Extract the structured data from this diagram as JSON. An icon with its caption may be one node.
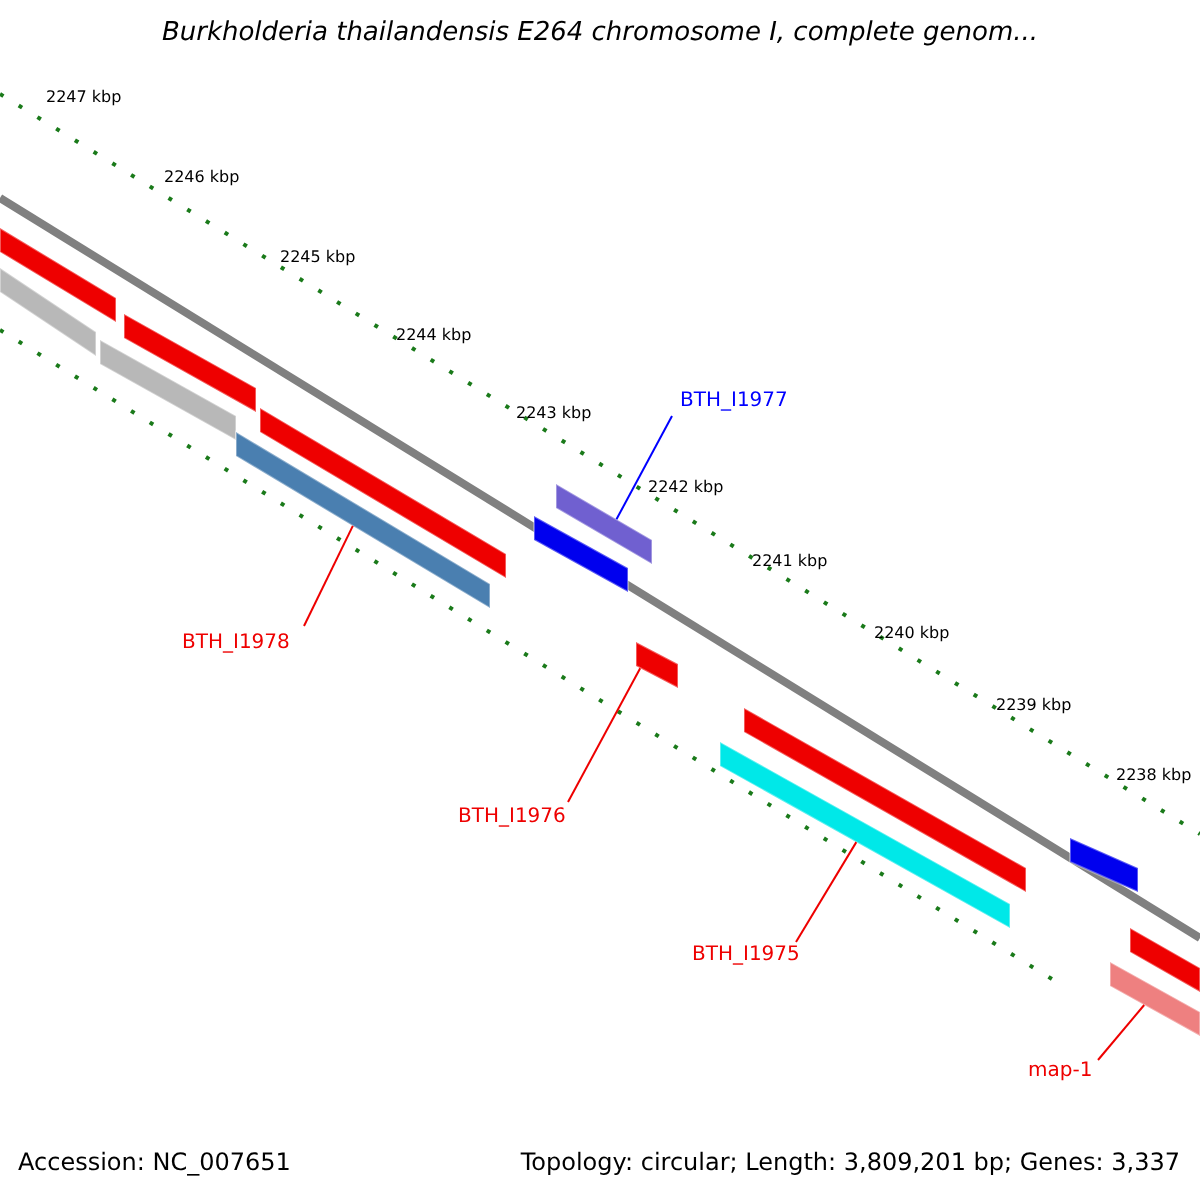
{
  "diagram": {
    "title": "Burkholderia thailandensis E264 chromosome I, complete genom...",
    "nodes": [
      {
        "text": [
          "BTH_I1977"
        ]
      },
      {
        "text": [
          "BTH_I1978"
        ]
      },
      {
        "text": [
          "BTH_I1976"
        ]
      },
      {
        "text": [
          "BTH_I1975"
        ]
      },
      {
        "text": [
          "map-1"
        ]
      },
      {
        "text": [],
        "shape": "bar"
      },
      {
        "text": [],
        "shape": "bar"
      },
      {
        "text": [],
        "shape": "bar"
      },
      {
        "text": [],
        "shape": "bar"
      },
      {
        "text": [],
        "shape": "bar"
      },
      {
        "text": [],
        "shape": "bar"
      },
      {
        "text": [],
        "shape": "bar"
      },
      {
        "text": [],
        "shape": "bar"
      },
      {
        "text": [],
        "shape": "bar"
      },
      {
        "text": [],
        "shape": "bar"
      },
      {
        "text": [],
        "shape": "bar"
      },
      {
        "text": [],
        "shape": "bar"
      },
      {
        "text": [],
        "shape": "bar"
      },
      {
        "text": [],
        "shape": "bar"
      }
    ],
    "edges": [
      {
        "from": 0,
        "to": 12,
        "arrow": "none",
        "color": "#0000ff"
      },
      {
        "from": 1,
        "to": 10,
        "arrow": "none"
      },
      {
        "from": 2,
        "to": 13,
        "arrow": "none"
      },
      {
        "from": 3,
        "to": 15,
        "arrow": "none"
      },
      {
        "from": 4,
        "to": 18,
        "arrow": "none"
      }
    ],
    "labels": [
      "2247 kbp",
      "2246 kbp",
      "2245 kbp",
      "2244 kbp",
      "2243 kbp",
      "2242 kbp",
      "2241 kbp",
      "2240 kbp",
      "2239 kbp",
      "2238 kbp",
      "Accession: NC_007651",
      "Topology: circular; Length: 3,809,201 bp; Genes: 3,337"
    ]
  }
}
